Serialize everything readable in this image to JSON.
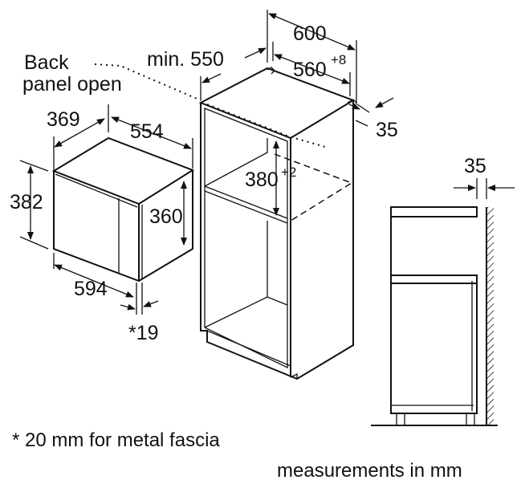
{
  "labels": {
    "back_panel_line1": "Back",
    "back_panel_line2": "panel open",
    "min_550": "min. 550",
    "dim_600": "600",
    "dim_560": "560",
    "dim_560_tol": "+8",
    "dim_35_top": "35",
    "dim_380": "380",
    "dim_380_tol": "+2",
    "dim_369": "369",
    "dim_554": "554",
    "dim_382": "382",
    "dim_360": "360",
    "dim_594": "594",
    "dim_19": "*19",
    "dim_35_side": "35"
  },
  "notes": {
    "fascia": "* 20 mm for metal fascia",
    "units": "measurements in mm"
  }
}
